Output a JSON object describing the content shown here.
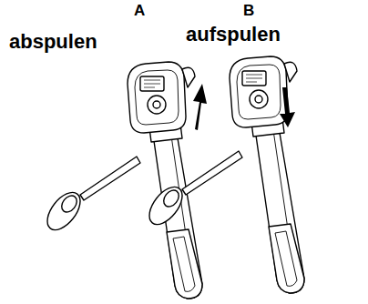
{
  "diagram": {
    "labels": [
      "A",
      "B",
      "abspulen",
      "aufspulen"
    ]
  }
}
